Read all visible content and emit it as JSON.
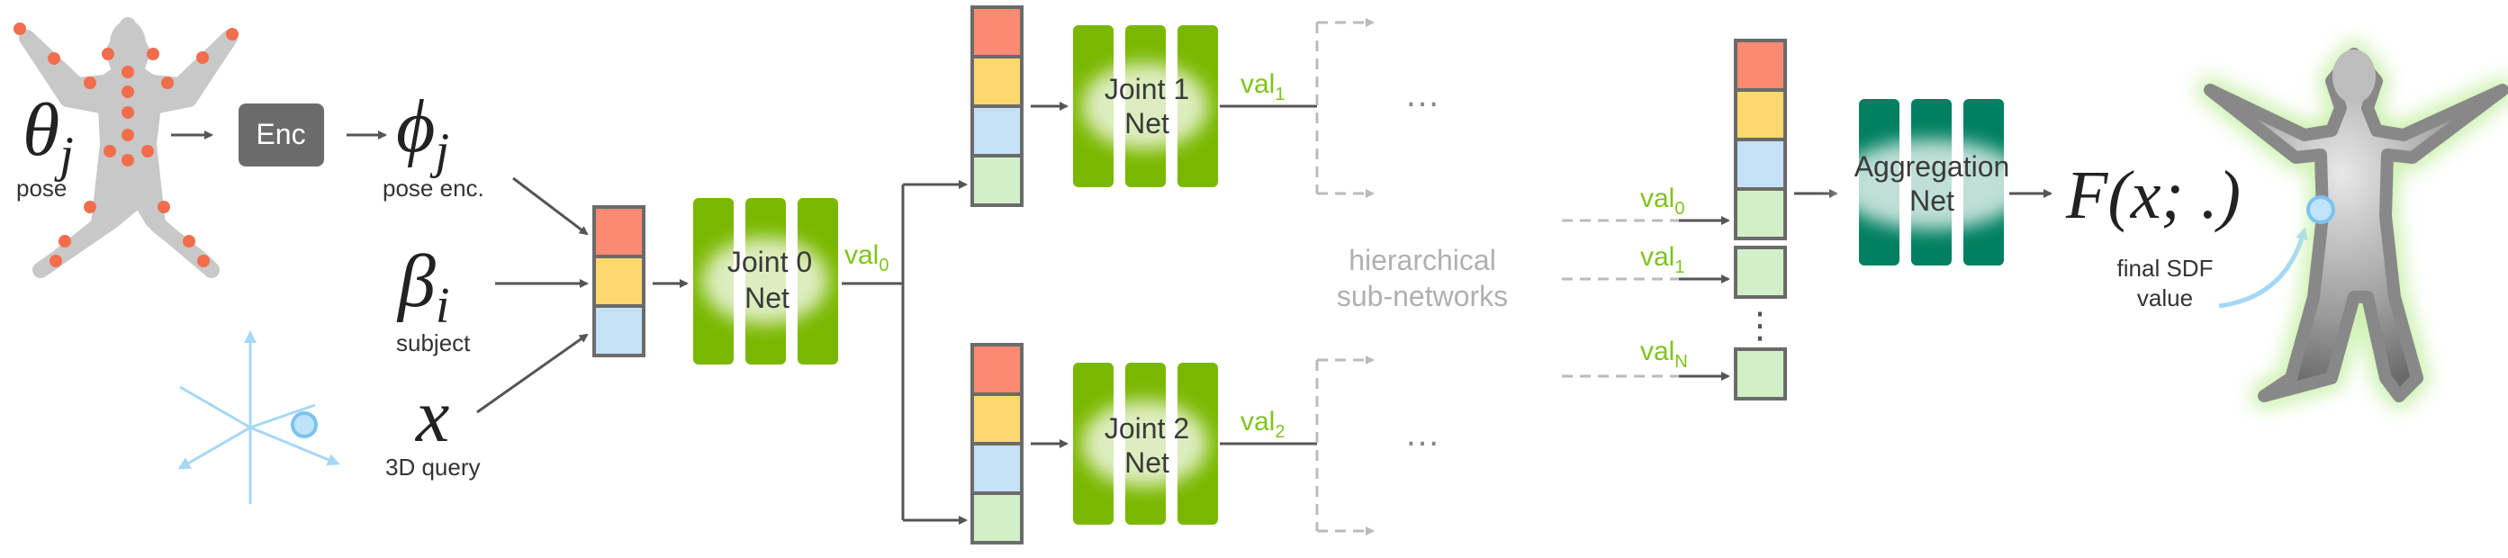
{
  "colors": {
    "joint_green": "#7ab800",
    "aggregation_teal": "#008060",
    "val_text": "#7fc31c",
    "feat_red": "#fa8a72",
    "feat_yellow": "#fdd86e",
    "feat_blue": "#c5e1f6",
    "feat_green": "#d2f0c8",
    "query_blue": "#a6d8f5",
    "joint_dot": "#f26d4c"
  },
  "inputs": {
    "theta_symbol": "θ",
    "theta_sub": "j",
    "pose_label": "pose",
    "enc_label": "Enc",
    "phi_symbol": "ϕ",
    "phi_sub": "j",
    "pose_enc_label": "pose enc.",
    "beta_symbol": "β",
    "beta_sub": "i",
    "subject_label": "subject",
    "x_symbol": "x",
    "query_label": "3D query"
  },
  "nets": {
    "joint0": [
      "Joint 0",
      "Net"
    ],
    "joint1": [
      "Joint 1",
      "Net"
    ],
    "joint2": [
      "Joint 2",
      "Net"
    ],
    "aggregation": [
      "Aggregation",
      "Net"
    ]
  },
  "vals": {
    "val_text": "val",
    "v0_sub": "0",
    "v1_sub": "1",
    "v2_sub": "2",
    "vN_sub": "N"
  },
  "ellipsis": "…",
  "vellipsis": "⋮",
  "hierarchy": [
    "hierarchical",
    "sub-networks"
  ],
  "output": {
    "expr": "F(x; .)",
    "final_label": [
      "final SDF",
      "value"
    ]
  }
}
